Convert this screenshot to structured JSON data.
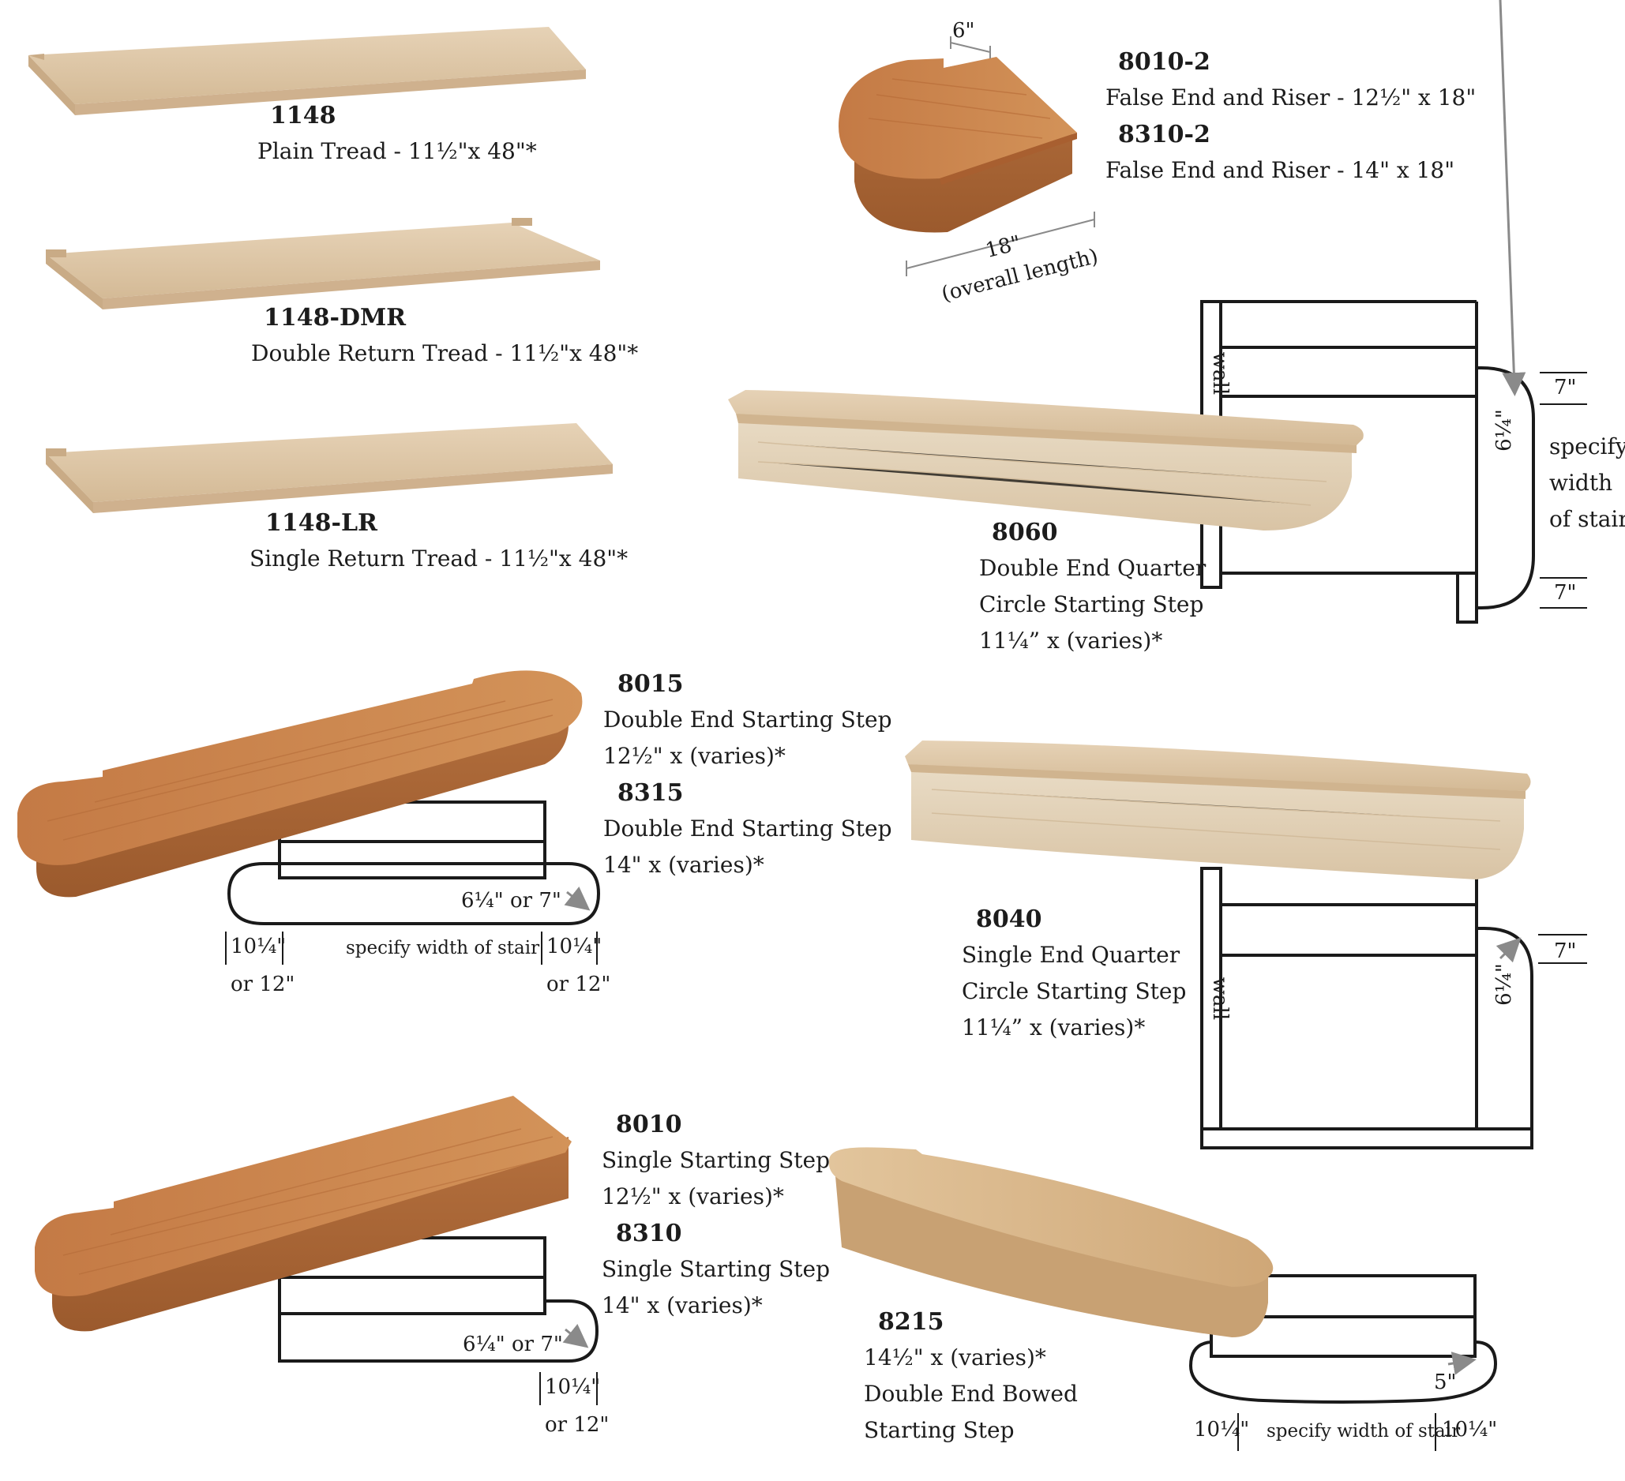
{
  "colors": {
    "light_wood": "#dcc3a3",
    "light_wood_edge": "#c9ab86",
    "red_oak": "#c77c48",
    "red_oak_dark": "#a85f30",
    "bowed_wood": "#dcb98c",
    "outline": "#1a1a1a",
    "dim_gray": "#8a8a8a"
  },
  "products": [
    {
      "code": "1148",
      "lines": [
        "Plain Tread - 11½\"x 48\"*"
      ]
    },
    {
      "code": "1148-DMR",
      "lines": [
        "Double Return Tread - 11½\"x 48\"*"
      ]
    },
    {
      "code": "1148-LR",
      "lines": [
        "Single Return Tread - 11½\"x 48\"*"
      ]
    },
    {
      "code": "8010-2",
      "lines": [
        "False End and Riser - 12½\" x 18\""
      ]
    },
    {
      "code": "8310-2",
      "lines": [
        "False End and Riser - 14\" x 18\""
      ]
    },
    {
      "code": "8060",
      "lines": [
        "Double End Quarter",
        "Circle Starting Step",
        "11¼” x (varies)*"
      ]
    },
    {
      "code": "8015",
      "lines": [
        "Double End Starting Step",
        "12½\" x (varies)*"
      ]
    },
    {
      "code": "8315",
      "lines": [
        "Double End Starting Step",
        "14\" x (varies)*"
      ]
    },
    {
      "code": "8040",
      "lines": [
        "Single End Quarter",
        "Circle Starting Step",
        "11¼” x (varies)*"
      ]
    },
    {
      "code": "8010",
      "lines": [
        "Single Starting Step",
        "12½\" x (varies)*"
      ]
    },
    {
      "code": "8310",
      "lines": [
        "Single Starting Step",
        "14\" x (varies)*"
      ]
    },
    {
      "code": "8215",
      "lines": [
        "14½\" x (varies)*",
        "Double End Bowed",
        "Starting Step"
      ]
    }
  ],
  "dims": {
    "false_end_width": "6\"",
    "false_end_length": "18\"",
    "false_end_length_note": "(overall length)",
    "wall": "wall",
    "d8060_top": "7\"",
    "d8060_bottom": "7\"",
    "d8060_side": "6¼\"",
    "specify_width_stack": [
      "specify",
      "width",
      "of stair"
    ],
    "d8015_radius": "6¼\" or 7\"",
    "d8015_left": [
      "10¼\"",
      "or 12\""
    ],
    "d8015_right": [
      "10¼\"",
      "or 12\""
    ],
    "specify_width": "specify width of stair",
    "d8040_top": "7\"",
    "d8040_side": "6¼\"",
    "d8010_radius": "6¼\" or 7\"",
    "d8010_right": [
      "10¼\"",
      "or 12\""
    ],
    "d8215_radius": "5\"",
    "d8215_left": "10¼\"",
    "d8215_right": "10¼\"",
    "d8215_specify": "specify width of stair"
  }
}
